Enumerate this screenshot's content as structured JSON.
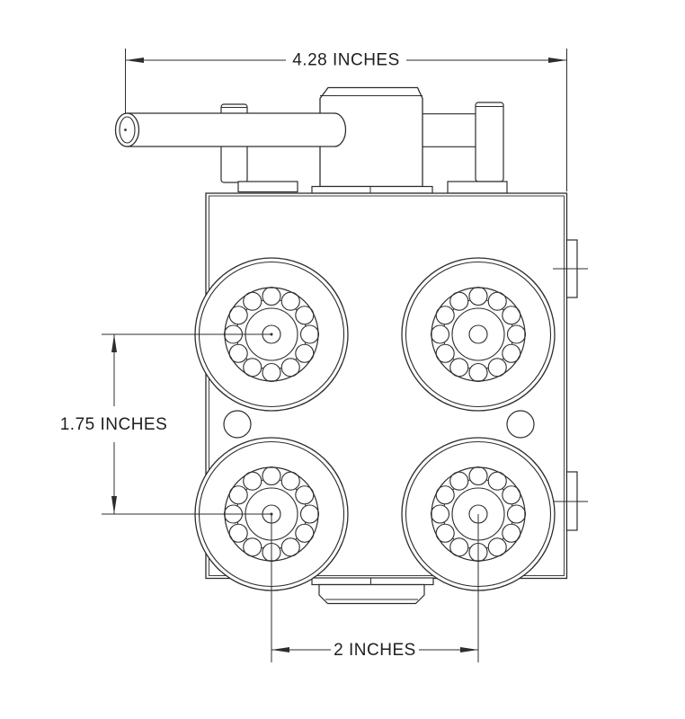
{
  "drawing": {
    "type": "engineering-drawing-top-view",
    "background": "#ffffff",
    "line_color": "#2d2d2d",
    "dimensions": {
      "overall_width": {
        "label": "4.28 INCHES",
        "value": 4.28,
        "unit": "INCHES"
      },
      "vertical_spacing": {
        "label": "1.75 INCHES",
        "value": 1.75,
        "unit": "INCHES"
      },
      "horizontal_spacing": {
        "label": "2 INCHES",
        "value": 2,
        "unit": "INCHES"
      }
    }
  }
}
